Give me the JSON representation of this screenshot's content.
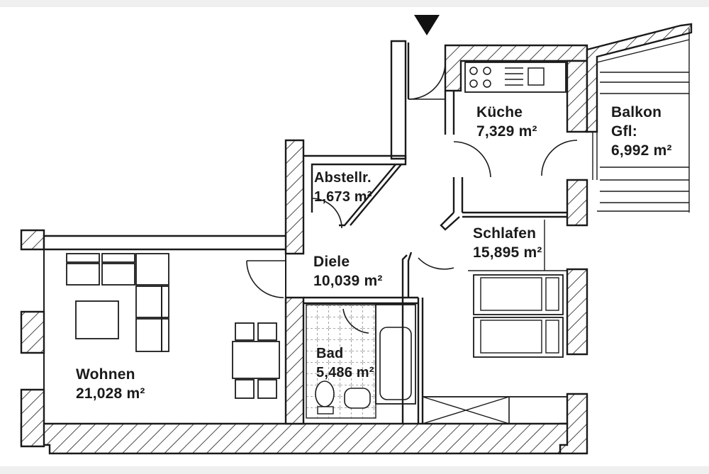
{
  "plan": {
    "entrance_marker": "entrance-arrow",
    "colors": {
      "background": "#efefef",
      "sheet": "#ffffff",
      "line": "#1a1a1a"
    },
    "rooms": [
      {
        "id": "kueche",
        "name": "Küche",
        "area": "7,329 m²"
      },
      {
        "id": "balkon",
        "name": "Balkon",
        "sub": "Gfl:",
        "area": "6,992 m²"
      },
      {
        "id": "abstellr",
        "name": "Abstellr.",
        "area": "1,673 m²"
      },
      {
        "id": "schlafen",
        "name": "Schlafen",
        "area": "15,895 m²"
      },
      {
        "id": "diele",
        "name": "Diele",
        "area": "10,039 m²"
      },
      {
        "id": "bad",
        "name": "Bad",
        "area": "5,486 m²"
      },
      {
        "id": "wohnen",
        "name": "Wohnen",
        "area": "21,028 m²"
      }
    ]
  }
}
